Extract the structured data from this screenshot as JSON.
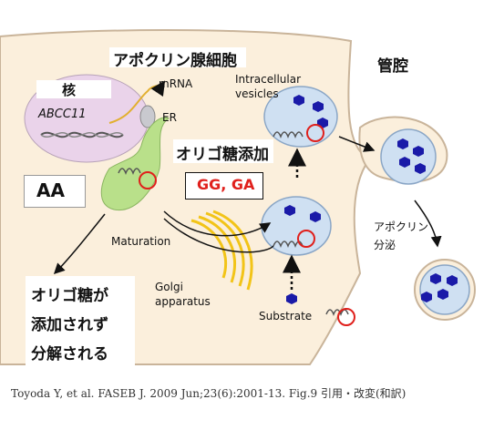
{
  "labels": {
    "cell_title": "アポクリン腺細胞",
    "lumen": "管腔",
    "nucleus": "核",
    "gene": "ABCC11",
    "mrna": "mRNA",
    "er": "ER",
    "intracellular_vesicles_1": "Intracellular",
    "intracellular_vesicles_2": "vesicles",
    "glyco_added": "オリゴ糖添加",
    "genotype_gg_ga": "GG, GA",
    "genotype_aa": "AA",
    "maturation": "Maturation",
    "golgi_1": "Golgi",
    "golgi_2": "apparatus",
    "substrate": "Substrate",
    "apocrine_secretion_1": "アポクリン",
    "apocrine_secretion_2": "分泌",
    "no_glyco_1": "オリゴ糖が",
    "no_glyco_2": "添加されず",
    "no_glyco_3": "分解される"
  },
  "citation": "Toyoda Y, et al. FASEB J. 2009 Jun;23(6):2001-13. Fig.9  引用・改変(和訳)",
  "colors": {
    "cytoplasm": "#fbefdc",
    "cell_outline": "#c9b49a",
    "nucleus": "#ead3ea",
    "er": "#b9e08a",
    "vesicle": "#cfe0f2",
    "hexagon": "#1a1aa8",
    "golgi": "#f2c418",
    "highlight_red": "#e0201c"
  }
}
